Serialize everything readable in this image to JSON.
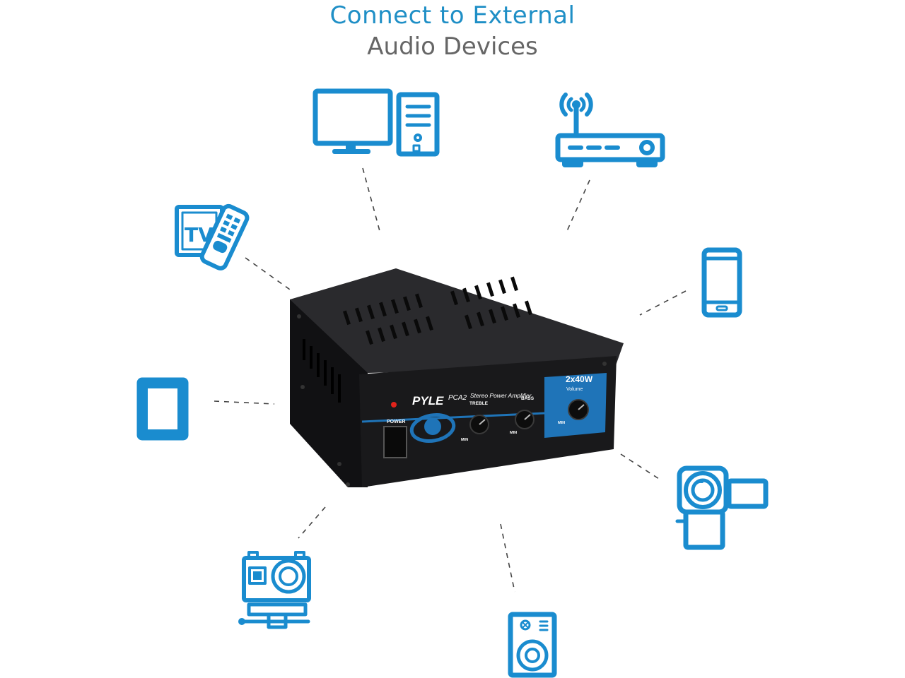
{
  "heading": {
    "line1": "Connect to External",
    "line2": "Audio Devices"
  },
  "colors": {
    "accent": "#1a8ccf",
    "heading_primary": "#1f8fc6",
    "heading_secondary": "#666666",
    "amp_body": "#1b1b1d",
    "amp_panel_accent": "#1f74b8"
  },
  "icons": [
    "desktop-computer-icon",
    "wifi-router-icon",
    "tv-remote-icon",
    "smartphone-icon",
    "tablet-icon",
    "camcorder-icon",
    "action-camera-icon",
    "speaker-icon"
  ],
  "amplifier": {
    "brand": "PYLE",
    "model": "PCA2",
    "description": "Stereo Power Amplifier",
    "power_rating": "2x40W",
    "power_label": "POWER",
    "treble_label": "TREBLE",
    "bass_label": "BASS",
    "volume_label": "Volume",
    "min_label": "MIN"
  }
}
